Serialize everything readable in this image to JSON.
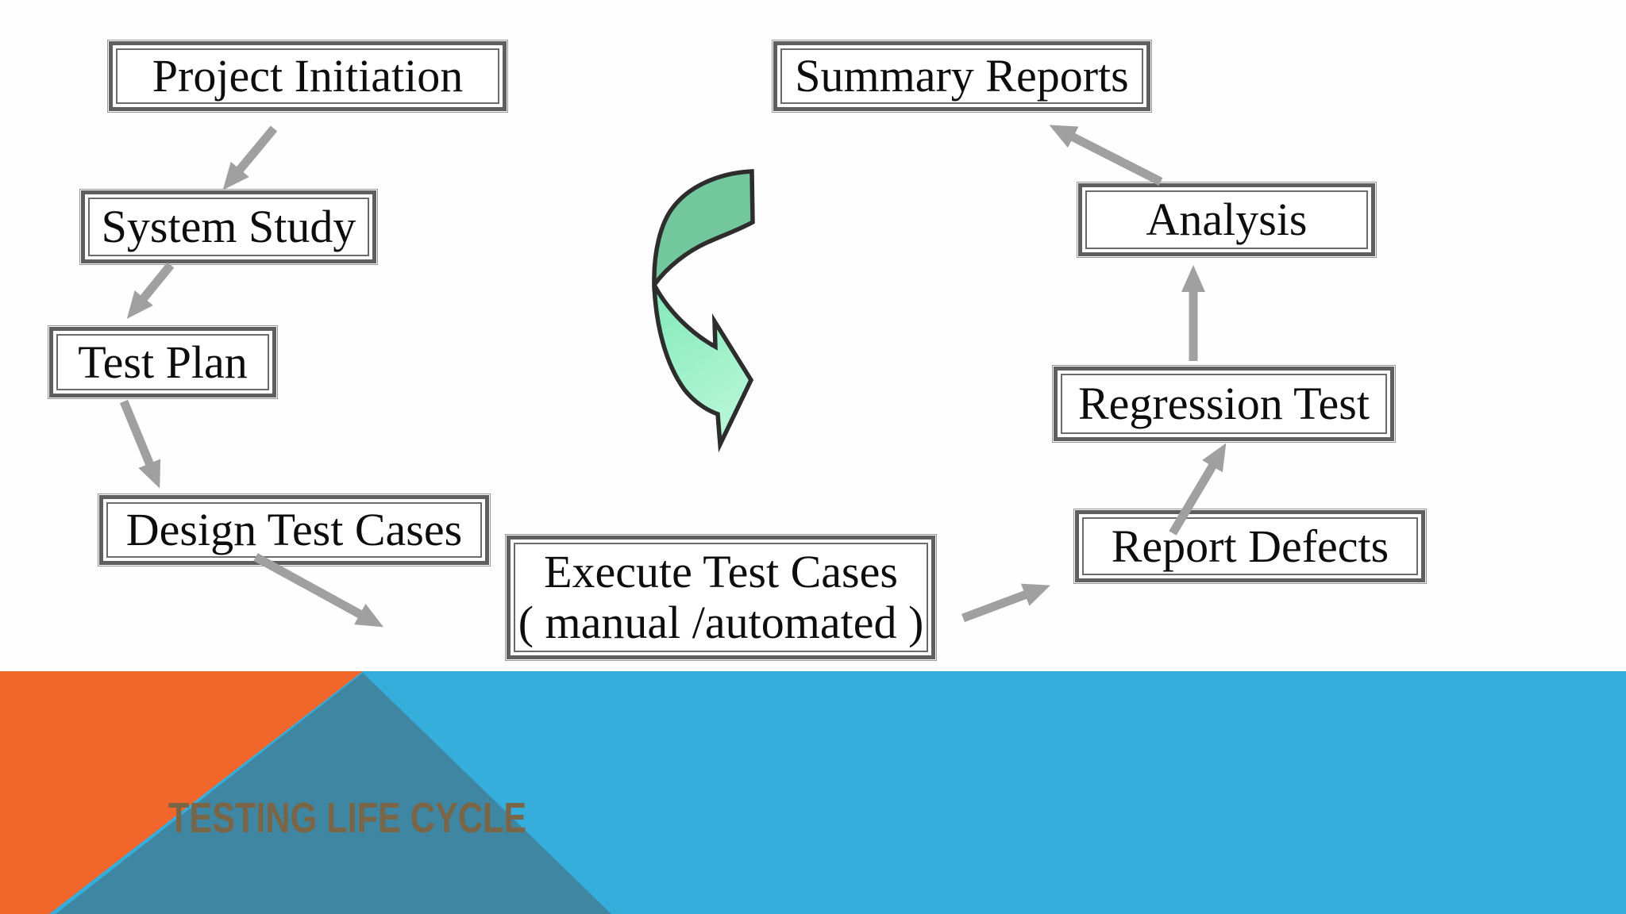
{
  "slide": {
    "title": "TESTING LIFE CYCLE",
    "colors": {
      "background": "#FEFEFE",
      "title_text": "#7A6546",
      "band_blue": "#36AEDC",
      "band_teal": "#3E86A2",
      "band_orange": "#F1662A",
      "arrow_gray": "#A0A0A0",
      "box_border": "#5F5F5F",
      "box_text": "#0D0D0D",
      "cycle_top_green": "#73C79D",
      "cycle_bottom_green_start": "#82E9BA",
      "cycle_bottom_green_end": "#BCF8D9",
      "cycle_outline": "#2D2D2D"
    }
  },
  "diagram": {
    "boxes": [
      {
        "id": "project-initiation",
        "label": "Project Initiation"
      },
      {
        "id": "system-study",
        "label": "System Study"
      },
      {
        "id": "test-plan",
        "label": "Test Plan"
      },
      {
        "id": "design-test-cases",
        "label": "Design Test Cases"
      },
      {
        "id": "execute-test-cases",
        "label": "Execute Test Cases",
        "sublabel": "( manual /automated )"
      },
      {
        "id": "report-defects",
        "label": "Report Defects"
      },
      {
        "id": "regression-test",
        "label": "Regression Test"
      },
      {
        "id": "analysis",
        "label": "Analysis"
      },
      {
        "id": "summary-reports",
        "label": "Summary Reports"
      }
    ],
    "connections": [
      {
        "from": "project-initiation",
        "to": "system-study"
      },
      {
        "from": "system-study",
        "to": "test-plan"
      },
      {
        "from": "test-plan",
        "to": "design-test-cases"
      },
      {
        "from": "design-test-cases",
        "to": "execute-test-cases"
      },
      {
        "from": "execute-test-cases",
        "to": "report-defects"
      },
      {
        "from": "report-defects",
        "to": "regression-test"
      },
      {
        "from": "regression-test",
        "to": "analysis"
      },
      {
        "from": "analysis",
        "to": "summary-reports"
      }
    ],
    "cycle_icon": "curved-cycle-arrow"
  }
}
